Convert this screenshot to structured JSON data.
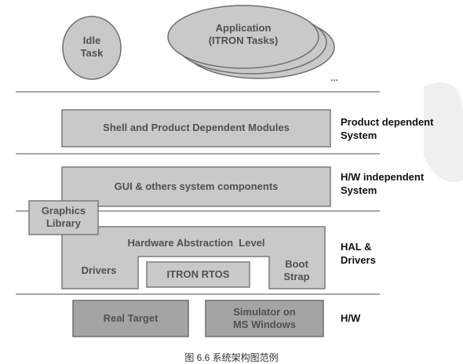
{
  "diagram": {
    "top": {
      "idle_task": "Idle\nTask",
      "application": "Application\n(ITRON Tasks)",
      "ellipsis": "..."
    },
    "layers": {
      "shell": "Shell and Product Dependent Modules",
      "gui": "GUI & others system components",
      "graphics": "Graphics\nLibrary",
      "hal": "Hardware Abstraction  Level",
      "drivers": "Drivers",
      "rtos": "ITRON RTOS",
      "boot": "Boot\nStrap",
      "real_target": "Real Target",
      "simulator": "Simulator on\nMS Windows"
    },
    "side_labels": {
      "product": "Product dependent\nSystem",
      "hw_independent": "H/W independent\nSystem",
      "hal_drivers": "HAL &\nDrivers",
      "hw": "H/W"
    },
    "caption": "图 6.6   系统架构图范例"
  },
  "colors": {
    "box_fill": "#c9c9c9",
    "box_fill_dark": "#a4a4a4",
    "border": "#7a7a7a",
    "text_gray": "#505050",
    "text_dark": "#111111"
  }
}
